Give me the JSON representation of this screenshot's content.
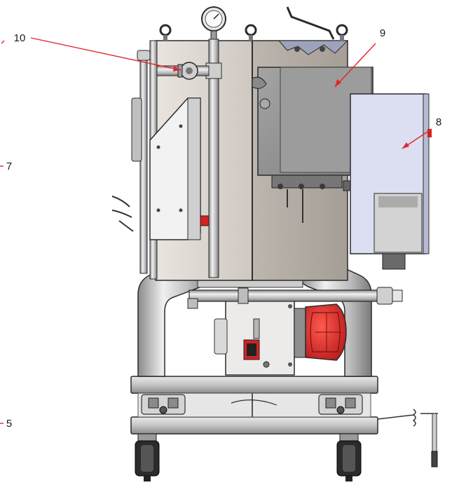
{
  "callouts": [
    {
      "label": "10"
    },
    {
      "label": "9"
    },
    {
      "label": "8"
    },
    {
      "label": "7"
    },
    {
      "label": "5"
    }
  ],
  "colors": {
    "leader": "#e0262b",
    "steel_light": "#d9d9d9",
    "steel_mid": "#a8a8a8",
    "steel_dark": "#6e6e6e",
    "panel_blue": "#dcdef1",
    "motor_red": "#d82b2b",
    "outline": "#2a2a2a"
  },
  "icons": [
    "pressure-gauge-icon",
    "lifting-eye-icon",
    "caster-wheel-icon",
    "motor-icon"
  ]
}
